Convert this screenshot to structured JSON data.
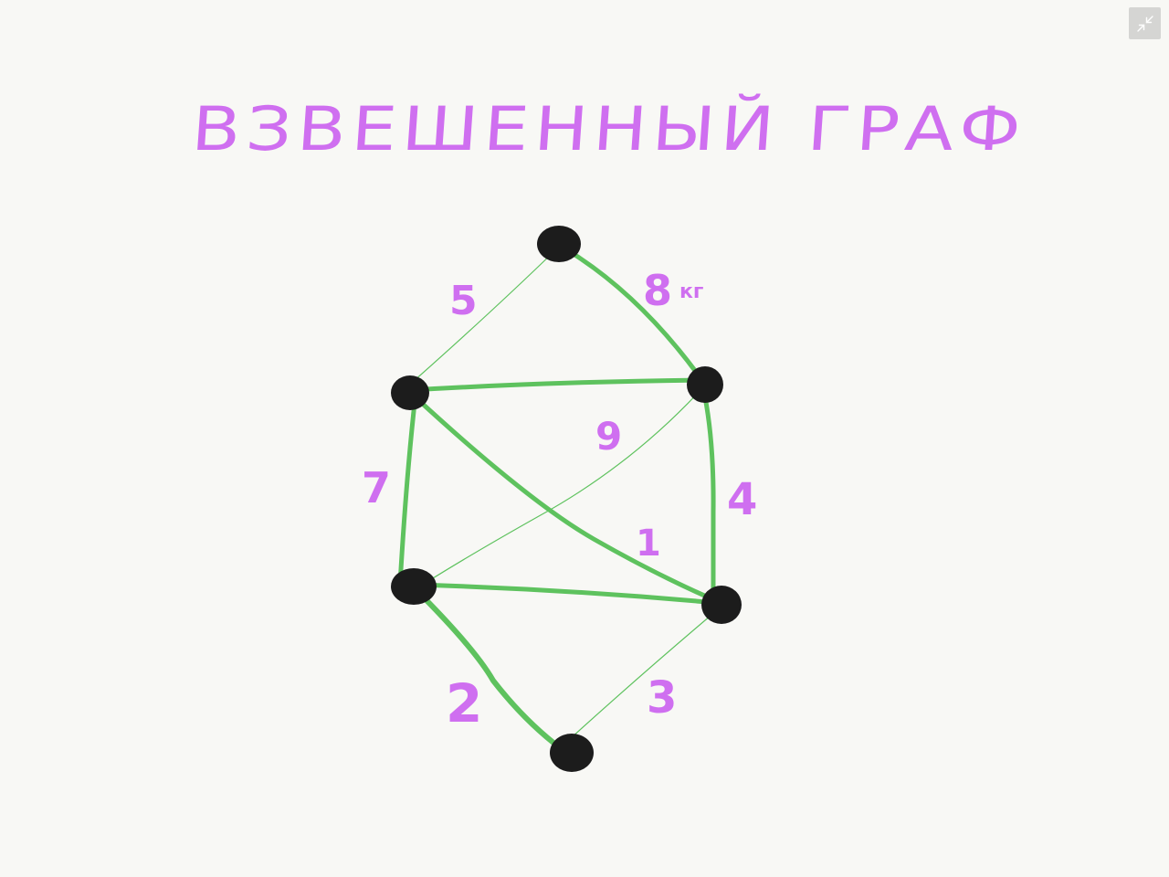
{
  "title": "ВЗВЕШЕННЫЙ ГРАФ",
  "toolbar": {
    "exit_fullscreen_icon": "collapse-arrows-icon"
  },
  "colors": {
    "background": "#f8f8f5",
    "title": "#cf6ff0",
    "edge": "#5ec25e",
    "node": "#1c1c1c",
    "weight": "#cf6ff0",
    "button": "#d5d5d3"
  },
  "graph": {
    "nodes": [
      "top",
      "upper-left",
      "upper-right",
      "lower-left",
      "lower-right",
      "bottom"
    ],
    "edges": [
      {
        "from": "top",
        "to": "upper-left",
        "weight": "5",
        "thick": false
      },
      {
        "from": "top",
        "to": "upper-right",
        "weight": "8",
        "unit": "кг",
        "thick": true
      },
      {
        "from": "upper-left",
        "to": "upper-right",
        "weight": "",
        "thick": true
      },
      {
        "from": "upper-left",
        "to": "lower-left",
        "weight": "7",
        "thick": true
      },
      {
        "from": "upper-left",
        "to": "lower-right",
        "weight": "1",
        "thick": true
      },
      {
        "from": "upper-right",
        "to": "lower-left",
        "weight": "9",
        "thick": false
      },
      {
        "from": "upper-right",
        "to": "lower-right",
        "weight": "4",
        "thick": true
      },
      {
        "from": "lower-left",
        "to": "lower-right",
        "weight": "",
        "thick": true
      },
      {
        "from": "lower-left",
        "to": "bottom",
        "weight": "2",
        "thick": true
      },
      {
        "from": "lower-right",
        "to": "bottom",
        "weight": "3",
        "thick": false
      }
    ]
  }
}
